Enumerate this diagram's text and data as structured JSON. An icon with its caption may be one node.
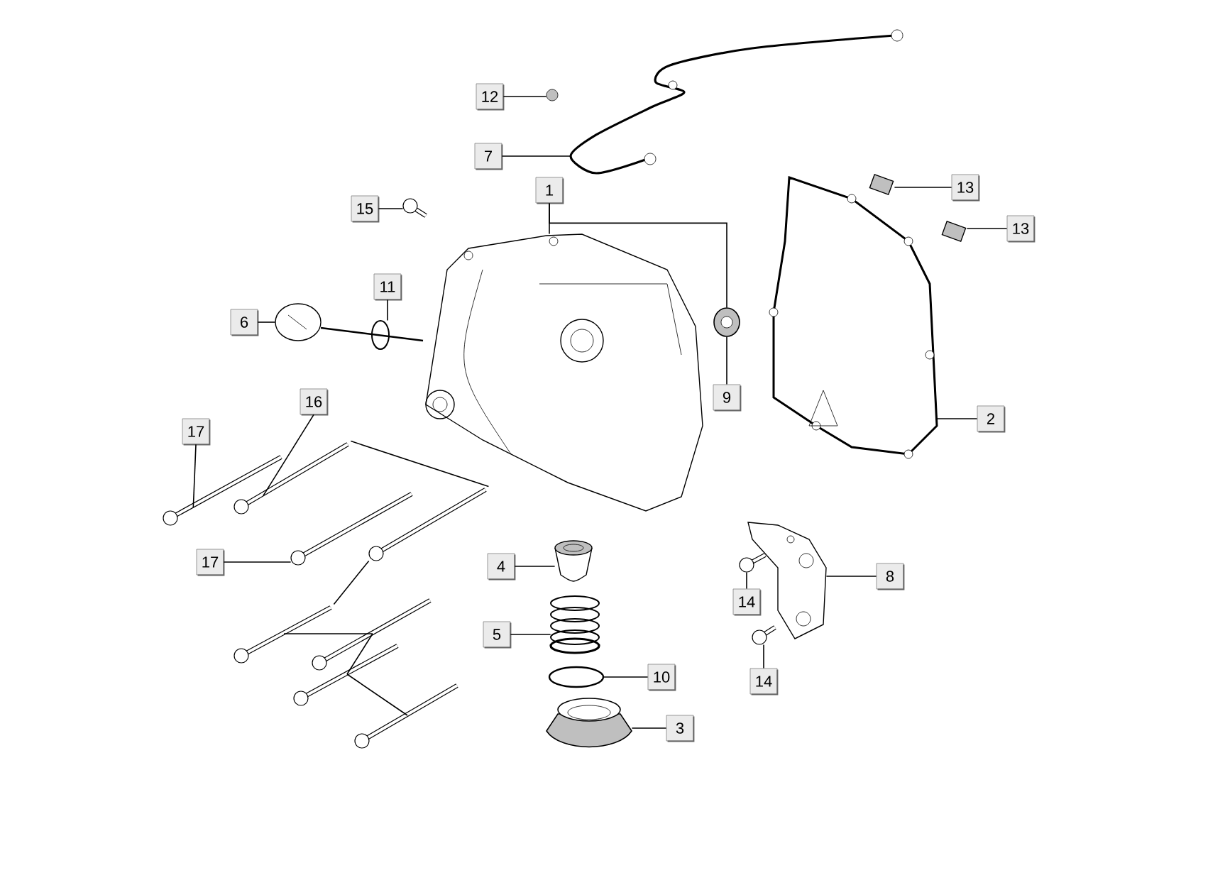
{
  "diagram": {
    "nodes": [
      {
        "text": [
          "12"
        ]
      },
      {
        "text": [
          "7"
        ]
      },
      {
        "text": [
          "1"
        ]
      },
      {
        "text": [
          "15"
        ]
      },
      {
        "text": [
          "13"
        ]
      },
      {
        "text": [
          "13"
        ]
      },
      {
        "text": [
          "6"
        ]
      },
      {
        "text": [
          "11"
        ]
      },
      {
        "text": [
          "9"
        ]
      },
      {
        "text": [
          "16"
        ]
      },
      {
        "text": [
          "2"
        ]
      },
      {
        "text": [
          "17"
        ]
      },
      {
        "text": [
          "17"
        ]
      },
      {
        "text": [
          "4"
        ]
      },
      {
        "text": [
          "8"
        ]
      },
      {
        "text": [
          "5"
        ]
      },
      {
        "text": [
          "14"
        ]
      },
      {
        "text": [
          "10"
        ]
      },
      {
        "text": [
          "14"
        ]
      },
      {
        "text": [
          "3"
        ]
      },
      {
        "text": [],
        "shape": "circle"
      },
      {
        "text": [],
        "shape": "picture"
      },
      {
        "text": [],
        "shape": "picture"
      },
      {
        "text": [],
        "shape": "bolt"
      },
      {
        "text": [],
        "shape": "picture"
      },
      {
        "text": [],
        "shape": "picture"
      },
      {
        "text": [],
        "shape": "picture"
      },
      {
        "text": [],
        "shape": "ring"
      },
      {
        "text": [],
        "shape": "picture"
      },
      {
        "text": [],
        "shape": "picture"
      },
      {
        "text": [],
        "shape": "picture"
      },
      {
        "text": [],
        "shape": "picture"
      },
      {
        "text": [],
        "shape": "picture"
      },
      {
        "text": [],
        "shape": "picture"
      },
      {
        "text": [],
        "shape": "picture"
      },
      {
        "text": [],
        "shape": "picture"
      },
      {
        "text": [],
        "shape": "picture"
      },
      {
        "text": [],
        "shape": "picture"
      },
      {
        "text": [],
        "shape": "cup"
      },
      {
        "text": [],
        "shape": "picture"
      },
      {
        "text": [],
        "shape": "picture"
      },
      {
        "text": [],
        "shape": "bolt"
      },
      {
        "text": [],
        "shape": "ring"
      },
      {
        "text": [],
        "shape": "bolt"
      },
      {
        "text": [],
        "shape": "cylinder"
      }
    ],
    "edges": [
      {
        "from": 0,
        "to": 20,
        "arrow": "none"
      },
      {
        "from": 1,
        "to": 21,
        "arrow": "none"
      },
      {
        "from": 2,
        "to": 22,
        "arrow": "none"
      },
      {
        "from": 2,
        "to": 28,
        "arrow": "none"
      },
      {
        "from": 3,
        "to": 23,
        "arrow": "none"
      },
      {
        "from": 4,
        "to": 24,
        "arrow": "none"
      },
      {
        "from": 5,
        "to": 25,
        "arrow": "none"
      },
      {
        "from": 6,
        "to": 26,
        "arrow": "none"
      },
      {
        "from": 7,
        "to": 27,
        "arrow": "none"
      },
      {
        "from": 8,
        "to": 28,
        "arrow": "none"
      },
      {
        "from": 9,
        "to": 29,
        "arrow": "none"
      },
      {
        "from": 29,
        "to": 30,
        "arrow": "none"
      },
      {
        "from": 30,
        "to": 31,
        "arrow": "none"
      },
      {
        "from": 31,
        "to": 32,
        "arrow": "none"
      },
      {
        "from": 32,
        "to": 33,
        "arrow": "none"
      },
      {
        "from": 33,
        "to": 34,
        "arrow": "none"
      },
      {
        "from": 10,
        "to": 37,
        "arrow": "none"
      },
      {
        "from": 11,
        "to": 35,
        "arrow": "none"
      },
      {
        "from": 12,
        "to": 36,
        "arrow": "none"
      },
      {
        "from": 13,
        "to": 38,
        "arrow": "none"
      },
      {
        "from": 14,
        "to": 39,
        "arrow": "none"
      },
      {
        "from": 15,
        "to": 40,
        "arrow": "none"
      },
      {
        "from": 16,
        "to": 41,
        "arrow": "none"
      },
      {
        "from": 17,
        "to": 42,
        "arrow": "none"
      },
      {
        "from": 18,
        "to": 43,
        "arrow": "none"
      },
      {
        "from": 19,
        "to": 44,
        "arrow": "none"
      }
    ]
  }
}
